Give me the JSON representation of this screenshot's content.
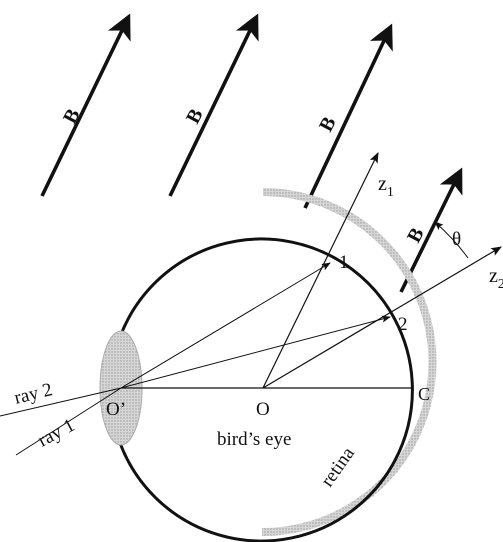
{
  "labels": {
    "field": "B",
    "axis_z1": "z",
    "axis_z1_sub": "1",
    "axis_z2": "z",
    "axis_z2_sub": "2",
    "point_1": "1",
    "point_2": "2",
    "center": "O",
    "pupil": "O’",
    "point_c": "C",
    "eye": "bird’s eye",
    "retina": "retina",
    "ray_1": "ray 1",
    "ray_2": "ray 2",
    "angle": "θ"
  },
  "colors": {
    "ink": "#111111",
    "retina_shade": "#b8b8b8",
    "lens_shade": "#c4c4c4"
  }
}
